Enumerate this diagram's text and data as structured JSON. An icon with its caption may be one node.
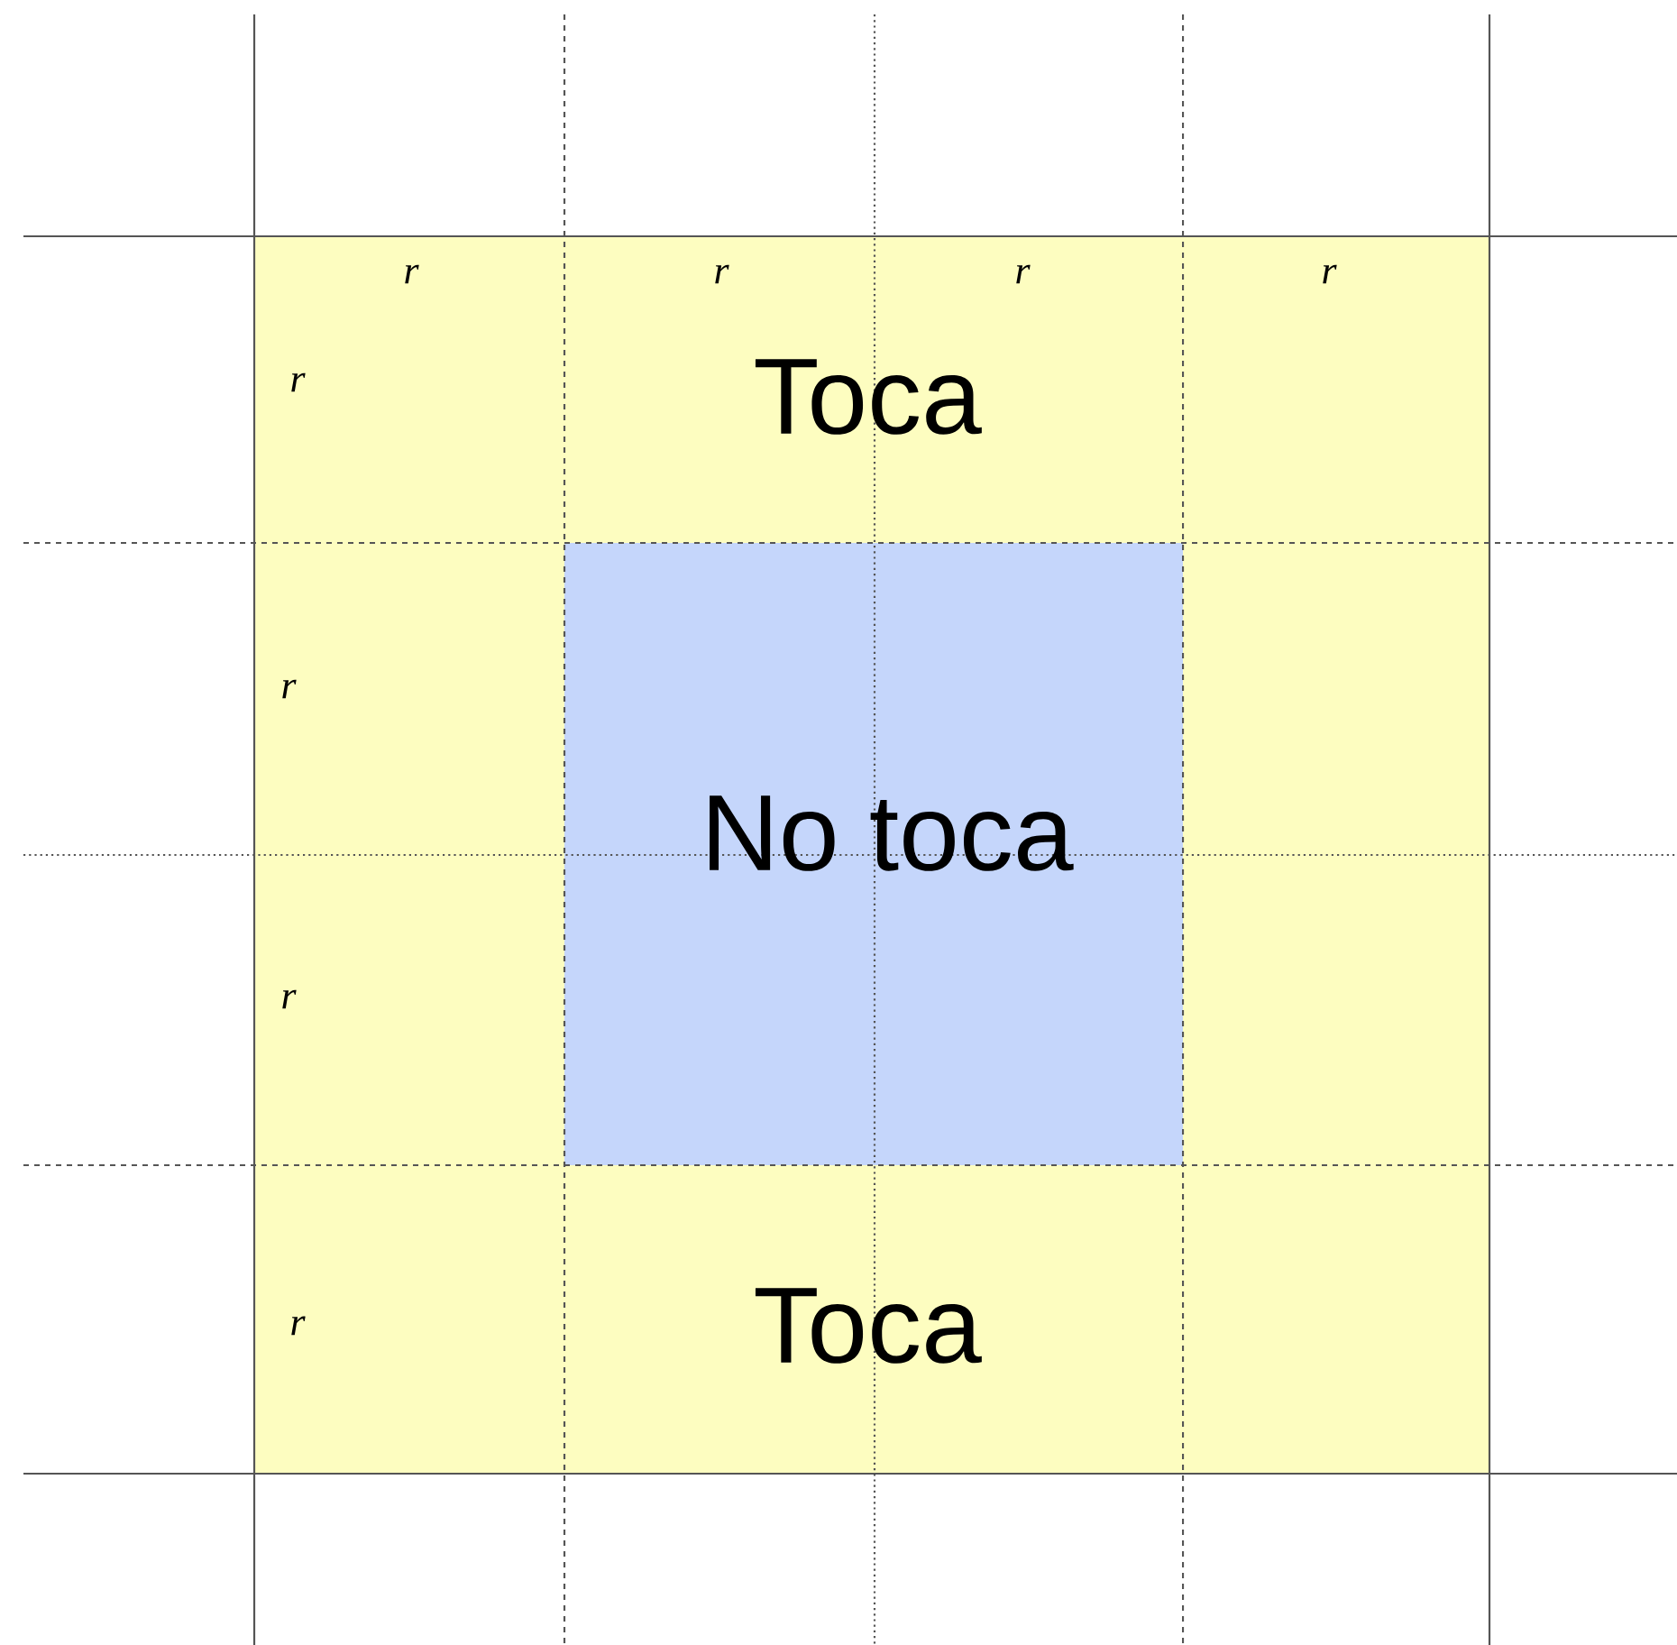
{
  "diagram": {
    "nodes": [
      {
        "text": [
          "Toca",
          "Toca"
        ]
      },
      {
        "text": [
          "No toca"
        ],
        "in": 0
      }
    ],
    "labels": [
      "r",
      "r",
      "r",
      "r",
      "r",
      "r",
      "r",
      "r"
    ]
  }
}
